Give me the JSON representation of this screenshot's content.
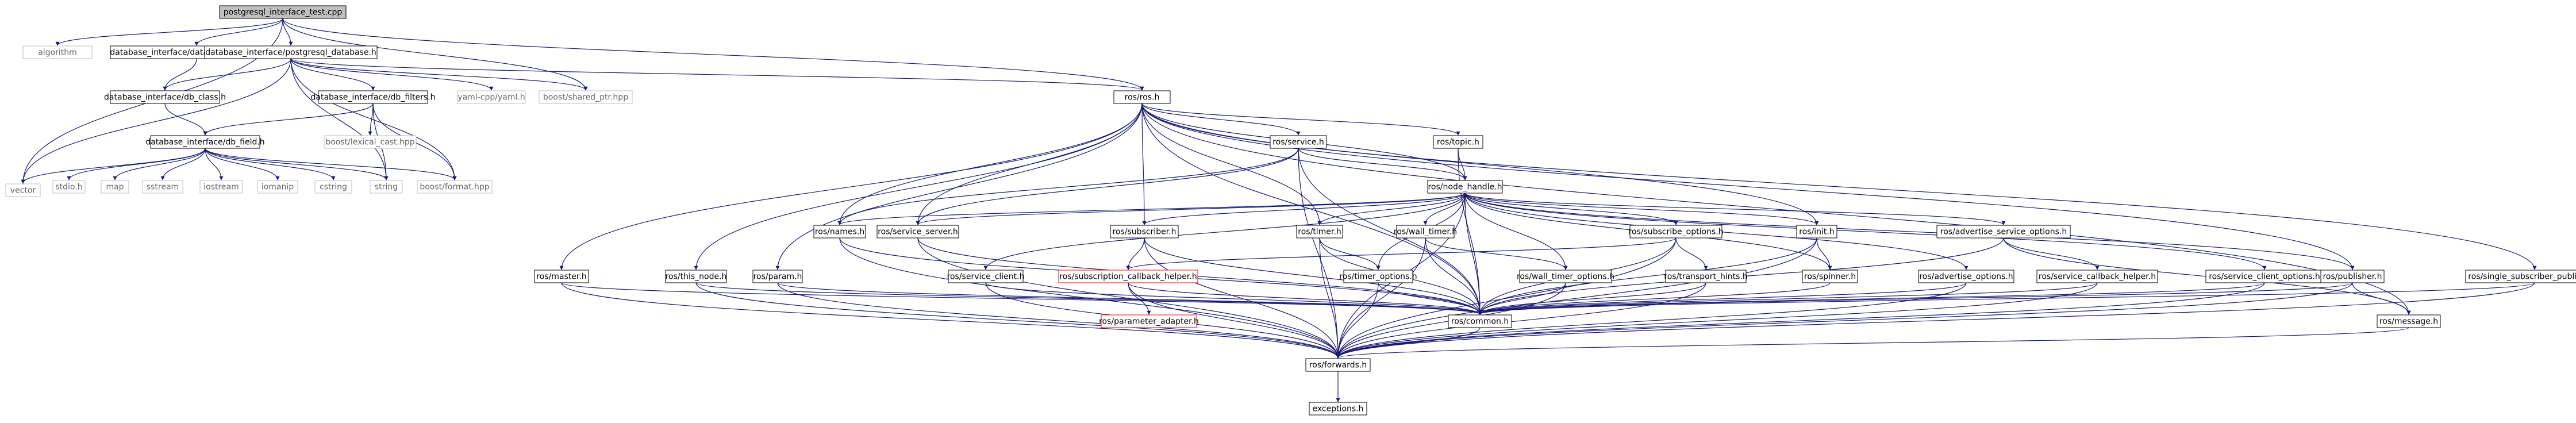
{
  "nodes": {
    "root": "postgresql_interface_test.cpp",
    "algorithm": "algorithm",
    "db_test_object": "database_interface/database_test_object.h",
    "pg_database": "database_interface/postgresql_database.h",
    "vector": "vector",
    "db_class": "database_interface/db_class.h",
    "db_filters": "database_interface/db_filters.h",
    "yaml": "yaml-cpp/yaml.h",
    "shared_ptr": "boost/shared_ptr.hpp",
    "ros_h": "ros/ros.h",
    "db_field": "database_interface/db_field.h",
    "lexical_cast": "boost/lexical_cast.hpp",
    "stdio": "stdio.h",
    "map": "map",
    "sstream": "sstream",
    "iostream": "iostream",
    "iomanip": "iomanip",
    "cstring": "cstring",
    "string": "string",
    "format": "boost/format.hpp",
    "service": "ros/service.h",
    "topic": "ros/topic.h",
    "node_handle": "ros/node_handle.h",
    "names": "ros/names.h",
    "service_server": "ros/service_server.h",
    "subscriber": "ros/subscriber.h",
    "timer": "ros/timer.h",
    "wall_timer": "ros/wall_timer.h",
    "subscribe_options": "ros/subscribe_options.h",
    "init": "ros/init.h",
    "advertise_service_options": "ros/advertise_service_options.h",
    "master": "ros/master.h",
    "this_node": "ros/this_node.h",
    "param": "ros/param.h",
    "service_client": "ros/service_client.h",
    "subscription_callback_helper": "ros/subscription_callback_helper.h",
    "timer_options": "ros/timer_options.h",
    "wall_timer_options": "ros/wall_timer_options.h",
    "transport_hints": "ros/transport_hints.h",
    "spinner": "ros/spinner.h",
    "advertise_options": "ros/advertise_options.h",
    "service_callback_helper": "ros/service_callback_helper.h",
    "service_client_options": "ros/service_client_options.h",
    "publisher": "ros/publisher.h",
    "single_subscriber_publisher": "ros/single_subscriber_publisher.h",
    "parameter_adapter": "ros/parameter_adapter.h",
    "common": "ros/common.h",
    "message": "ros/message.h",
    "forwards": "ros/forwards.h",
    "exceptions": "exceptions.h"
  },
  "colors": {
    "edge": "#191970",
    "box_stroke": "#000000",
    "external_stroke": "#bfbfbf",
    "external_text": "#666666",
    "red_stroke": "#ff0000",
    "root_fill": "#bfbfbf"
  }
}
